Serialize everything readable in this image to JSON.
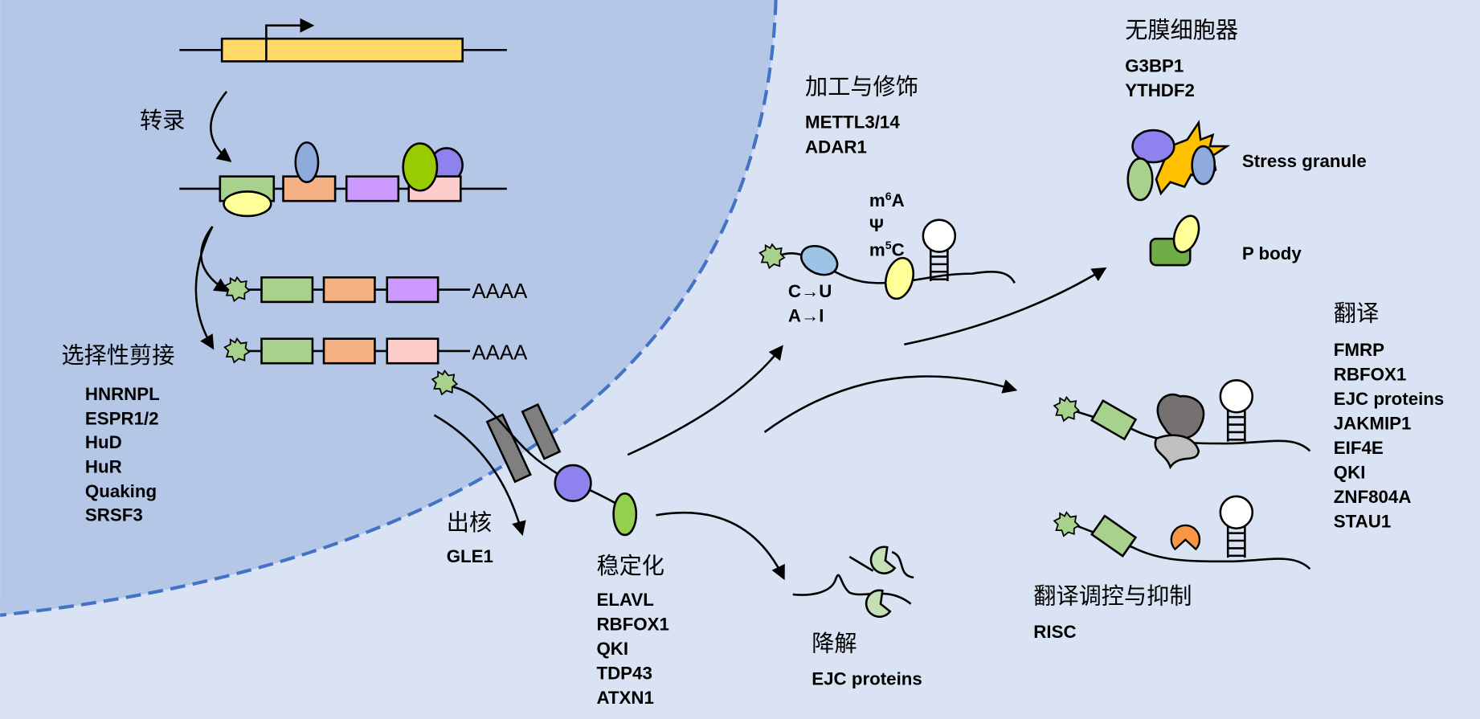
{
  "colors": {
    "nucleus": "#b4c7e7",
    "cytoplasm": "#dae3f3",
    "membrane": "#4472c4",
    "gene": "#ffd966",
    "exon_green": "#a9d18e",
    "exon_orange": "#f4b183",
    "exon_purple": "#cc99ff",
    "exon_pink": "#ffcccc"
  },
  "transcription": {
    "label": "转录"
  },
  "splicing": {
    "label": "选择性剪接",
    "proteins": [
      "HNRNPL",
      "ESPR1/2",
      "HuD",
      "HuR",
      "Quaking",
      "SRSF3"
    ]
  },
  "polyA": [
    "AAAA",
    "AAAA"
  ],
  "export": {
    "label": "出核",
    "proteins": [
      "GLE1"
    ]
  },
  "stability": {
    "label": "稳定化",
    "proteins": [
      "ELAVL",
      "RBFOX1",
      "QKI",
      "TDP43",
      "ATXN1"
    ]
  },
  "degradation": {
    "label": "降解",
    "proteins": [
      "EJC proteins"
    ]
  },
  "processing": {
    "label": "加工与修饰",
    "proteins": [
      "METTL3/14",
      "ADAR1"
    ],
    "mods": {
      "m6a_base": "m",
      "m6a_sup": "6",
      "m6a_end": "A",
      "psi": "Ψ",
      "m5c_base": "m",
      "m5c_sup": "5",
      "m5c_end": "C",
      "edit1": "C→U",
      "edit2": "A→I"
    }
  },
  "organelles": {
    "label": "无膜细胞器",
    "proteins": [
      "G3BP1",
      "YTHDF2"
    ],
    "stress_granule": "Stress granule",
    "p_body": "P body"
  },
  "translation": {
    "label": "翻译",
    "proteins": [
      "FMRP",
      "RBFOX1",
      "EJC proteins",
      "JAKMIP1",
      "EIF4E",
      "QKI",
      "ZNF804A",
      "STAU1"
    ]
  },
  "regulation": {
    "label": "翻译调控与抑制",
    "proteins": [
      "RISC"
    ]
  }
}
